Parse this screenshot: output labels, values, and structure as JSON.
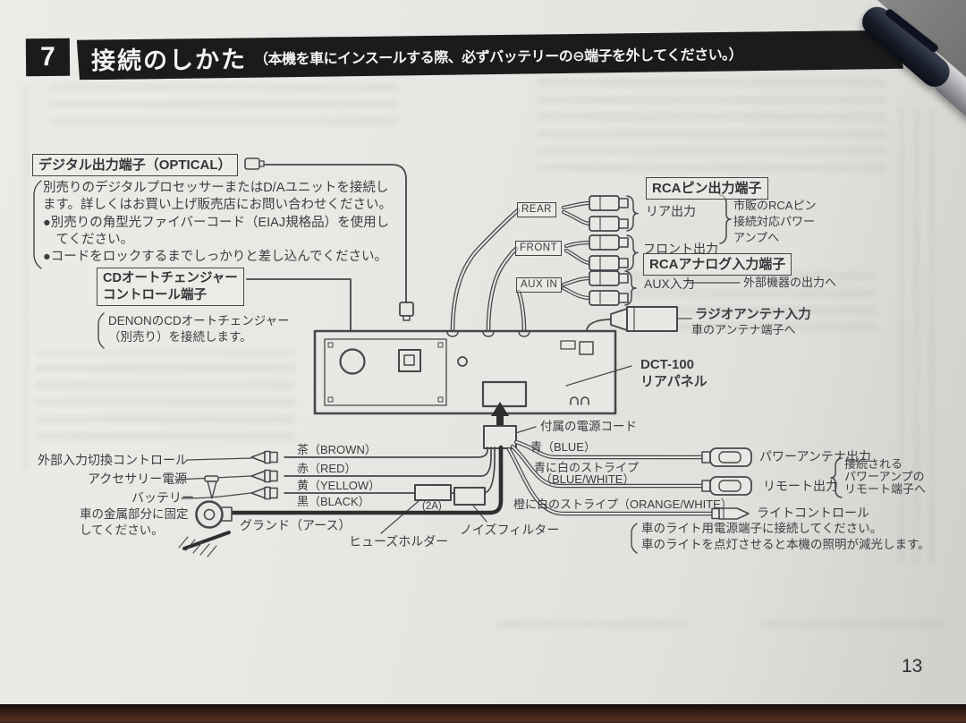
{
  "header": {
    "section": "7",
    "title": "接続のしかた",
    "subtitle": "（本機を車にインスールする際、必ずバッテリーの⊖端子を外してください。）"
  },
  "optical": {
    "title": "デジタル出力端子（OPTICAL）",
    "lines": [
      "別売りのデジタルプロセッサーまたはD/Aユニットを接続し",
      "ます。詳しくはお買い上げ販売店にお問い合わせください。",
      "●別売りの角型光ファイバーコード（EIAJ規格品）を使用し",
      "　てください。",
      "●コードをロックするまでしっかりと差し込んでください。"
    ]
  },
  "cd_changer": {
    "title_lines": [
      "CDオートチェンジャー",
      "コントロール端子"
    ],
    "desc_lines": [
      "DENONのCDオートチェンジャー",
      "（別売り）を接続します。"
    ]
  },
  "rca_output": {
    "title": "RCAピン出力端子",
    "rear_tag": "REAR",
    "rear_label": "リア出力",
    "front_tag": "FRONT",
    "front_label": "フロント出力",
    "amp_note_lines": [
      "市販のRCAピン",
      "接続対応パワー",
      "アンプへ"
    ]
  },
  "rca_input": {
    "title": "RCAアナログ入力端子",
    "aux_tag": "AUX IN",
    "aux_label": "AUX入力",
    "aux_note": "外部機器の出力へ"
  },
  "antenna": {
    "title": "ラジオアンテナ入力",
    "note": "車のアンテナ端子へ"
  },
  "unit": {
    "model": "DCT-100",
    "panel": "リアパネル",
    "power_cord": "付属の電源コード"
  },
  "left_wiring": {
    "ext_input": "外部入力切換コントロール",
    "accessory": "アクセサリー電源",
    "battery": "バッテリー",
    "fix_lines": [
      "車の金属部分に固定",
      "してください。"
    ],
    "ground": "グランド（アース）",
    "wire_brown": "茶（BROWN）",
    "wire_red": "赤（RED）",
    "wire_yellow": "黄（YELLOW）",
    "wire_black": "黒（BLACK）",
    "fuse_holder": "ヒューズホルダー",
    "fuse_rating": "(2A)",
    "noise_filter": "ノイズフィルター"
  },
  "right_wiring": {
    "blue": "青（BLUE）",
    "blue_white_lines": [
      "青に白のストライプ",
      "（BLUE/WHITE）"
    ],
    "orange_white": "橙に白のストライプ（ORANGE/WHITE）",
    "power_antenna": "パワーアンテナ出力",
    "remote": "リモート出力",
    "remote_note_lines": [
      "接続される",
      "パワーアンプの",
      "リモート端子へ"
    ],
    "light_control": "ライトコントロール",
    "light_note_lines": [
      "車のライト用電源端子に接続してください。",
      "車のライトを点灯させると本機の照明が減光します。"
    ]
  },
  "page": {
    "number": "13"
  }
}
